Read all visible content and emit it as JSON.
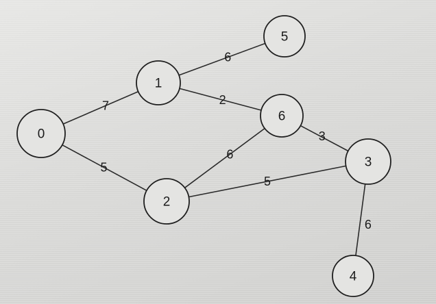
{
  "graph": {
    "nodes": [
      {
        "id": "0",
        "label": "0"
      },
      {
        "id": "1",
        "label": "1"
      },
      {
        "id": "2",
        "label": "2"
      },
      {
        "id": "3",
        "label": "3"
      },
      {
        "id": "4",
        "label": "4"
      },
      {
        "id": "5",
        "label": "5"
      },
      {
        "id": "6",
        "label": "6"
      }
    ],
    "edges": [
      {
        "from": "0",
        "to": "1",
        "weight": "7"
      },
      {
        "from": "0",
        "to": "2",
        "weight": "5"
      },
      {
        "from": "1",
        "to": "5",
        "weight": "6"
      },
      {
        "from": "1",
        "to": "6",
        "weight": "2"
      },
      {
        "from": "2",
        "to": "6",
        "weight": "6"
      },
      {
        "from": "2",
        "to": "3",
        "weight": "5"
      },
      {
        "from": "6",
        "to": "3",
        "weight": "3"
      },
      {
        "from": "3",
        "to": "4",
        "weight": "6"
      }
    ]
  }
}
